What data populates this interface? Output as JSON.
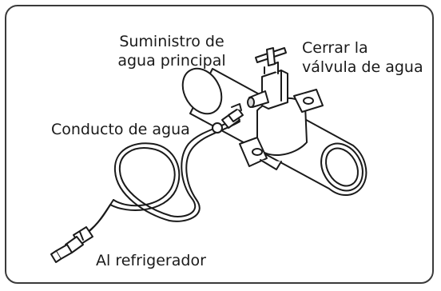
{
  "labels": {
    "main_supply": [
      "Suministro de",
      "agua principal"
    ],
    "close_valve": [
      "Cerrar la",
      "válvula de agua"
    ],
    "water_line": "Conducto de agua",
    "to_fridge": "Al refrigerador"
  },
  "colors": {
    "line": "#1a1a1a",
    "frame": "#3a3a3a",
    "fill": "#ffffff",
    "shade": "#d8d8d8"
  }
}
